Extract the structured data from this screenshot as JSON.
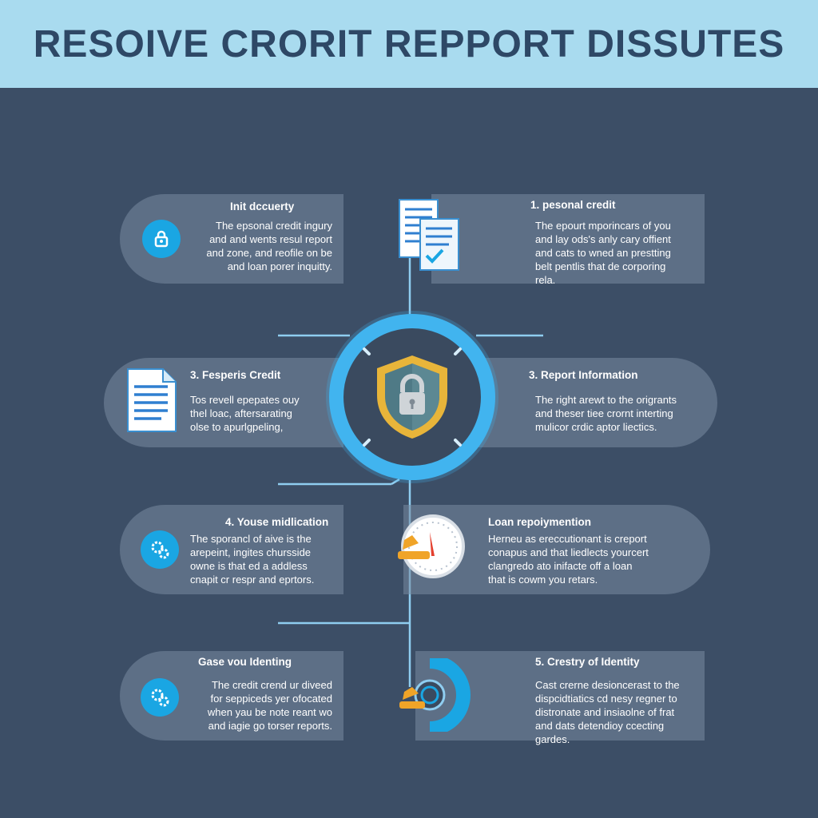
{
  "title": "RESOIVE CRORIT REPPORT DISSUTES",
  "colors": {
    "header_bg": "#a9dbef",
    "title": "#2e4866",
    "background": "#3c4e66",
    "accent": "#41b4ef",
    "icon_blue": "#1aa6e3",
    "shield_gold": "#e8b53a",
    "warning_orange": "#f0a428"
  },
  "cards": [
    {
      "title": "Init dccuerty",
      "text": "The epsonal credit ingury\nand and wents resul report\nand zone, and reofile on be\nand loan porer inquitty.",
      "icon": "lock-badge-icon"
    },
    {
      "title": "1. pesonal credit",
      "text": "The epourt mporincars of you\nand lay ods's anly cary offient\nand cats to wned an prestting\nbelt pentlis that de corporing\nrela.",
      "icon": "documents-check-icon"
    },
    {
      "title": "3. Fesperis Credit",
      "text": "Tos revell epepates ouy\nthel loac, aftersarating\nolse to apurlgpeling,",
      "icon": "document-icon"
    },
    {
      "title": "3. Report Information",
      "text": "The right arewt to the origrants\nand theser tiee crornt interting\nmulicor crdic aptor liectics.",
      "icon": ""
    },
    {
      "title": "4. Youse midlication",
      "text": "The sporancl of aive is the\narepeint, ingites chursside\nowne is that ed a addless\ncnapit cr respr and eprtors.",
      "icon": "gears-icon"
    },
    {
      "title": "Loan repoiymention",
      "text": "Herneu as ereccutionant is creport\nconapus and that liedlects yourcert\nclangredo ato inifacte off a loan\nthat is cowm you retars.",
      "icon": "gauge-icon"
    },
    {
      "title": "Gase vou Identing",
      "text": "The credit crend ur diveed\nfor seppiceds yer ofocated\nwhen yau be note reant wo\nand iagie go torser reports.",
      "icon": "gears-icon"
    },
    {
      "title": "5. Crestry of Identity",
      "text": "Cast crerne desioncerast to the\ndispcidtiatics cd nesy regner to\ndistronate and insiaolne of frat\nand dats detendioy ccecting\ngardes.",
      "icon": "ring-icon"
    }
  ]
}
